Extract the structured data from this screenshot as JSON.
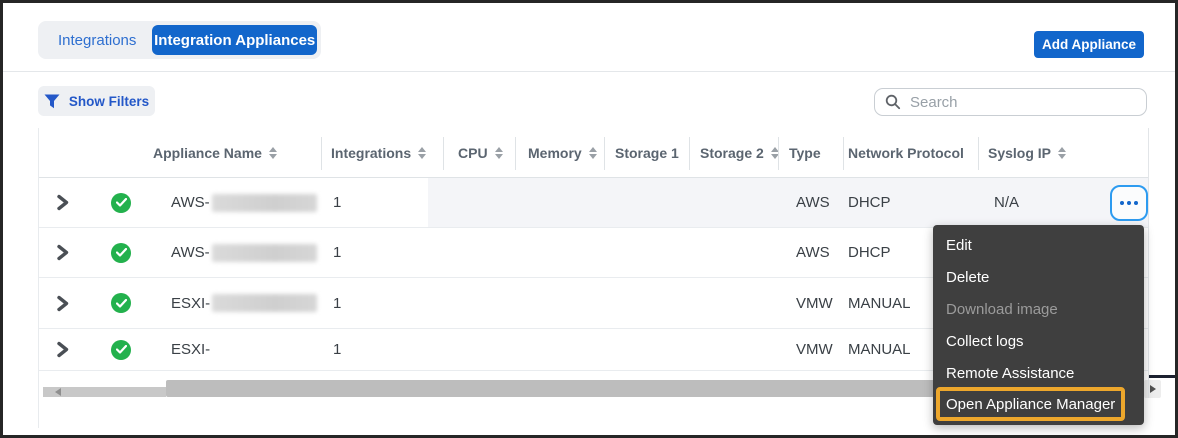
{
  "colors": {
    "accent_blue": "#1266cb",
    "link_blue": "#2e6fd0",
    "outline_blue": "#2d9bf0",
    "status_green": "#23b14d",
    "menu_bg": "#3f3f3f",
    "menu_disabled_text": "#9b9b9b",
    "highlight_orange": "#eda72c"
  },
  "tabs": [
    {
      "label": "Integrations",
      "active": false
    },
    {
      "label": "Integration Appliances",
      "active": true
    }
  ],
  "toolbar": {
    "add_button": "Add Appliance",
    "filters_button": "Show Filters"
  },
  "search": {
    "placeholder": "Search"
  },
  "table": {
    "columns": [
      {
        "label": "Appliance Name",
        "sort": true
      },
      {
        "label": "Integrations",
        "sort": true
      },
      {
        "label": "CPU",
        "sort": true
      },
      {
        "label": "Memory",
        "sort": true
      },
      {
        "label": "Storage 1",
        "sort": false
      },
      {
        "label": "Storage 2",
        "sort": true
      },
      {
        "label": "Type",
        "sort": false
      },
      {
        "label": "Network Protocol",
        "sort": true
      },
      {
        "label": "Syslog IP",
        "sort": true
      }
    ],
    "rows": [
      {
        "status": "ok",
        "name_prefix": "AWS-",
        "name_redacted": true,
        "integrations": "1",
        "type": "AWS",
        "network_protocol": "DHCP",
        "syslog_ip": "N/A"
      },
      {
        "status": "ok",
        "name_prefix": "AWS-",
        "name_redacted": true,
        "integrations": "1",
        "type": "AWS",
        "network_protocol": "DHCP",
        "syslog_ip": ""
      },
      {
        "status": "ok",
        "name_prefix": "ESXI-",
        "name_redacted": true,
        "integrations": "1",
        "type": "VMW",
        "network_protocol": "MANUAL",
        "syslog_ip": ""
      },
      {
        "status": "ok",
        "name_prefix": "ESXI-",
        "name_redacted": false,
        "integrations": "1",
        "type": "VMW",
        "network_protocol": "MANUAL",
        "syslog_ip": ""
      }
    ]
  },
  "context_menu": {
    "items": [
      {
        "label": "Edit",
        "disabled": false,
        "highlighted": false
      },
      {
        "label": "Delete",
        "disabled": false,
        "highlighted": false
      },
      {
        "label": "Download image",
        "disabled": true,
        "highlighted": false
      },
      {
        "label": "Collect logs",
        "disabled": false,
        "highlighted": false
      },
      {
        "label": "Remote Assistance",
        "disabled": false,
        "highlighted": false
      },
      {
        "label": "Open Appliance Manager",
        "disabled": false,
        "highlighted": true
      }
    ]
  }
}
